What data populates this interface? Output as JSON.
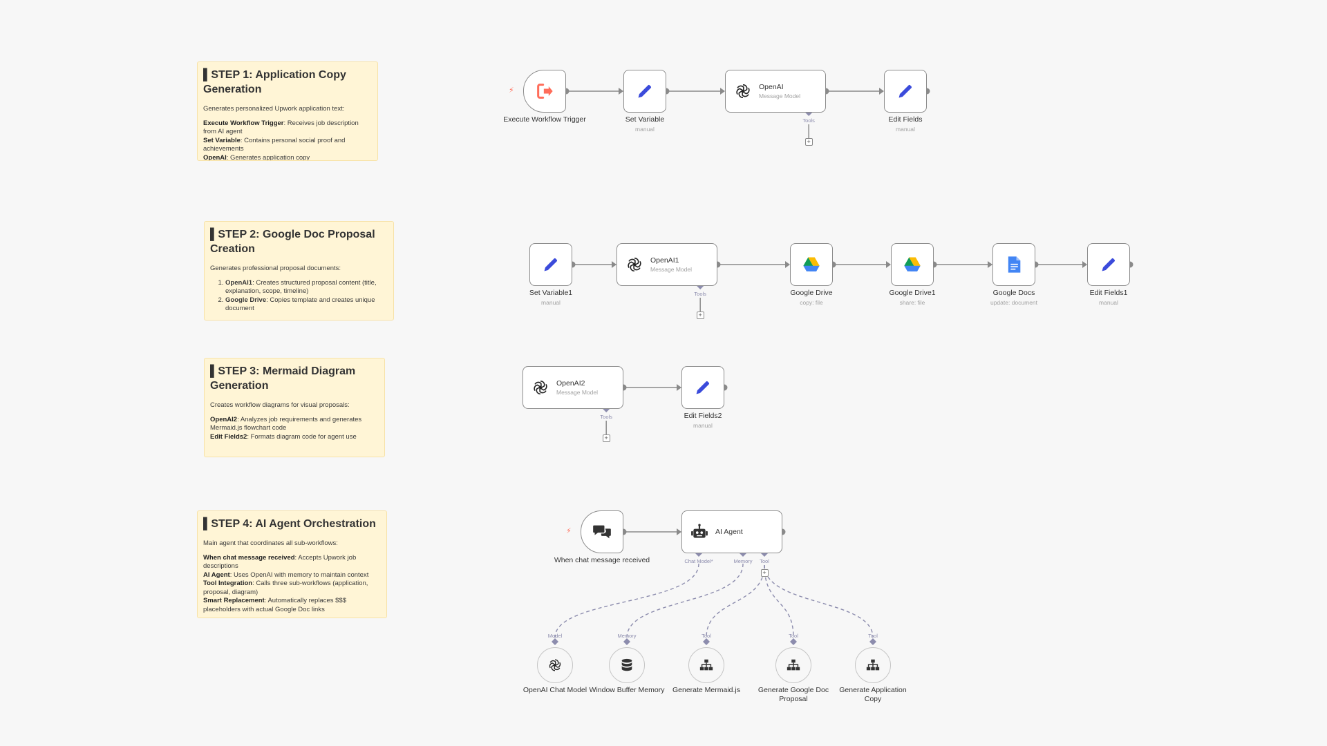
{
  "sticky_notes": [
    {
      "title": "▌STEP 1: Application Copy Generation",
      "summary": "Generates personalized Upwork application text:",
      "lines": [
        {
          "b": "Execute Workflow Trigger",
          "t": ": Receives job description from AI agent"
        },
        {
          "b": "Set Variable",
          "t": ": Contains personal social proof and achievements"
        },
        {
          "b": "OpenAI",
          "t": ": Generates application copy"
        }
      ]
    },
    {
      "title": "▌STEP 2: Google Doc Proposal Creation",
      "summary": "Generates professional proposal documents:",
      "list": [
        {
          "b": "OpenAI1",
          "t": ": Creates structured proposal content (title, explanation, scope, timeline)"
        },
        {
          "b": "Google Drive",
          "t": ": Copies template and creates unique document"
        }
      ]
    },
    {
      "title": "▌STEP 3: Mermaid Diagram Generation",
      "summary": "Creates workflow diagrams for visual proposals:",
      "lines": [
        {
          "b": "OpenAI2",
          "t": ": Analyzes job requirements and generates Mermaid.js flowchart code"
        },
        {
          "b": "Edit Fields2",
          "t": ": Formats diagram code for agent use"
        }
      ]
    },
    {
      "title": "▌STEP 4: AI Agent Orchestration",
      "summary": "Main agent that coordinates all sub-workflows:",
      "lines": [
        {
          "b": "When chat message received",
          "t": ": Accepts Upwork job descriptions"
        },
        {
          "b": "AI Agent",
          "t": ": Uses OpenAI with memory to maintain context"
        },
        {
          "b": "Tool Integration",
          "t": ": Calls three sub-workflows (application, proposal, diagram)"
        },
        {
          "b": "Smart Replacement",
          "t": ": Automatically replaces $$$ placeholders with actual Google Doc links"
        }
      ]
    }
  ],
  "nodes": [
    {
      "id": "exec_trigger",
      "title": "Execute Workflow Trigger",
      "subtitle": "",
      "icon": "exit-arrow-icon"
    },
    {
      "id": "set_variable",
      "title": "Set Variable",
      "subtitle": "manual",
      "icon": "pencil-icon"
    },
    {
      "id": "openai",
      "title": "OpenAI",
      "subtitle": "Message Model",
      "icon": "openai-icon",
      "handle": "Tools"
    },
    {
      "id": "edit_fields",
      "title": "Edit Fields",
      "subtitle": "manual",
      "icon": "pencil-icon"
    },
    {
      "id": "set_variable1",
      "title": "Set Variable1",
      "subtitle": "manual",
      "icon": "pencil-icon"
    },
    {
      "id": "openai1",
      "title": "OpenAI1",
      "subtitle": "Message Model",
      "icon": "openai-icon",
      "handle": "Tools"
    },
    {
      "id": "google_drive",
      "title": "Google Drive",
      "subtitle": "copy: file",
      "icon": "google-drive-icon"
    },
    {
      "id": "google_drive1",
      "title": "Google Drive1",
      "subtitle": "share: file",
      "icon": "google-drive-icon"
    },
    {
      "id": "google_docs",
      "title": "Google Docs",
      "subtitle": "update: document",
      "icon": "google-docs-icon"
    },
    {
      "id": "edit_fields1",
      "title": "Edit Fields1",
      "subtitle": "manual",
      "icon": "pencil-icon"
    },
    {
      "id": "openai2",
      "title": "OpenAI2",
      "subtitle": "Message Model",
      "icon": "openai-icon",
      "handle": "Tools"
    },
    {
      "id": "edit_fields2",
      "title": "Edit Fields2",
      "subtitle": "manual",
      "icon": "pencil-icon"
    },
    {
      "id": "chat_trigger",
      "title": "When chat message received",
      "subtitle": "",
      "icon": "chat-bubbles-icon"
    },
    {
      "id": "ai_agent",
      "title": "AI Agent",
      "subtitle": "",
      "icon": "robot-icon",
      "handles": [
        "Chat Model*",
        "Memory",
        "Tool"
      ]
    }
  ],
  "sub_nodes": [
    {
      "id": "openai_chat_model",
      "title": "OpenAI Chat Model",
      "handle": "Model",
      "icon": "openai-icon"
    },
    {
      "id": "window_buffer_memory",
      "title": "Window Buffer Memory",
      "handle": "Memory",
      "icon": "database-icon"
    },
    {
      "id": "gen_mermaid",
      "title": "Generate Mermaid.js",
      "handle": "Tool",
      "icon": "sitemap-icon"
    },
    {
      "id": "gen_doc_proposal",
      "title": "Generate Google Doc Proposal",
      "handle": "Tool",
      "icon": "sitemap-icon"
    },
    {
      "id": "gen_app_copy",
      "title": "Generate Application Copy",
      "handle": "Tool",
      "icon": "sitemap-icon"
    }
  ],
  "colors": {
    "canvas": "#f7f7f7",
    "sticky": "#fff5d6",
    "pencil": "#3b4bdb",
    "trigger_accent": "#ff6d5a",
    "connector": "#8a8a8a",
    "handle": "#8c8cad"
  }
}
